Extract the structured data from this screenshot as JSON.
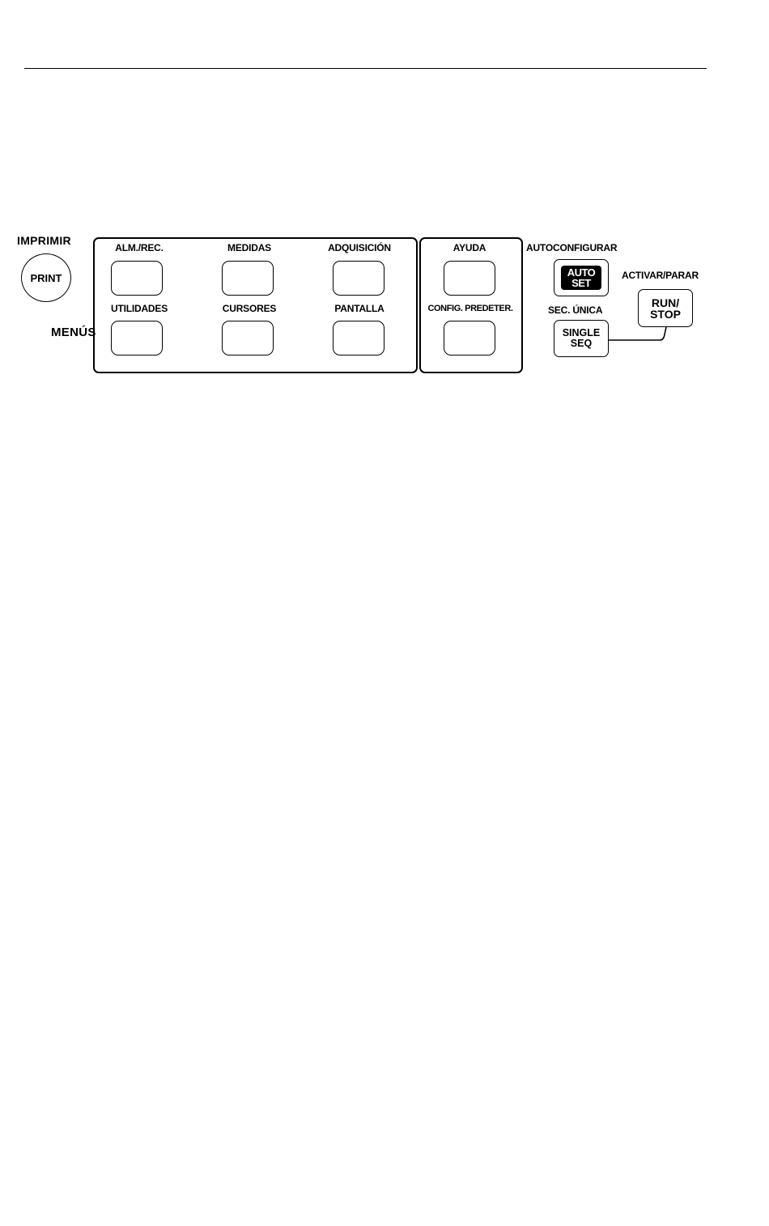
{
  "menus_label": "MENÚS",
  "print": {
    "caption": "IMPRIMIR",
    "button_label": "PRINT"
  },
  "menu_buttons": {
    "alm_rec": "ALM./REC.",
    "medidas": "MEDIDAS",
    "adquisicion": "ADQUISICIÓN",
    "utilidades": "UTILIDADES",
    "cursores": "CURSORES",
    "pantalla": "PANTALLA"
  },
  "help_panel": {
    "ayuda": "AYUDA",
    "config_predeter": "CONFIG. PREDETER."
  },
  "autoset": {
    "caption": "AUTOCONFIGURAR",
    "line1": "AUTO",
    "line2": "SET"
  },
  "single_seq": {
    "caption": "SEC. ÚNICA",
    "line1": "SINGLE",
    "line2": "SEQ"
  },
  "run_stop": {
    "caption": "ACTIVAR/PARAR",
    "line1": "RUN/",
    "line2": "STOP"
  }
}
